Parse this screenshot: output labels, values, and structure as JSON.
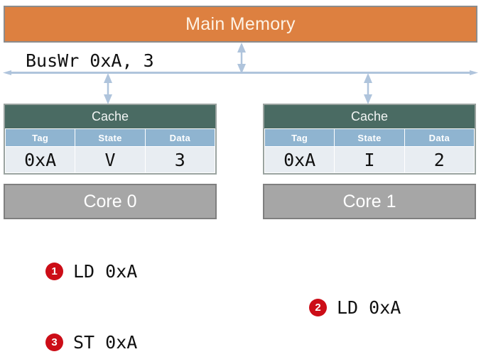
{
  "memory": {
    "label": "Main Memory",
    "color": "#DD8040"
  },
  "bus": {
    "label": "BusWr 0xA, 3",
    "line_color": "#AFC4DC"
  },
  "nodes": [
    {
      "cache_title": "Cache",
      "columns": [
        "Tag",
        "State",
        "Data"
      ],
      "row": {
        "tag": "0xA",
        "state": "V",
        "data": "3"
      },
      "highlight": "data",
      "core_label": "Core 0"
    },
    {
      "cache_title": "Cache",
      "columns": [
        "Tag",
        "State",
        "Data"
      ],
      "row": {
        "tag": "0xA",
        "state": "I",
        "data": "2"
      },
      "highlight": "state",
      "core_label": "Core 1"
    }
  ],
  "instructions": [
    {
      "number": "1",
      "text": "LD 0xA"
    },
    {
      "number": "2",
      "text": "LD 0xA"
    },
    {
      "number": "3",
      "text": "ST 0xA"
    }
  ],
  "colors": {
    "highlight_red": "#EE1111",
    "badge_red": "#CC0D17",
    "cache_header": "#4A6B63",
    "table_header": "#8FB4D0",
    "core_grey": "#A6A6A6"
  }
}
